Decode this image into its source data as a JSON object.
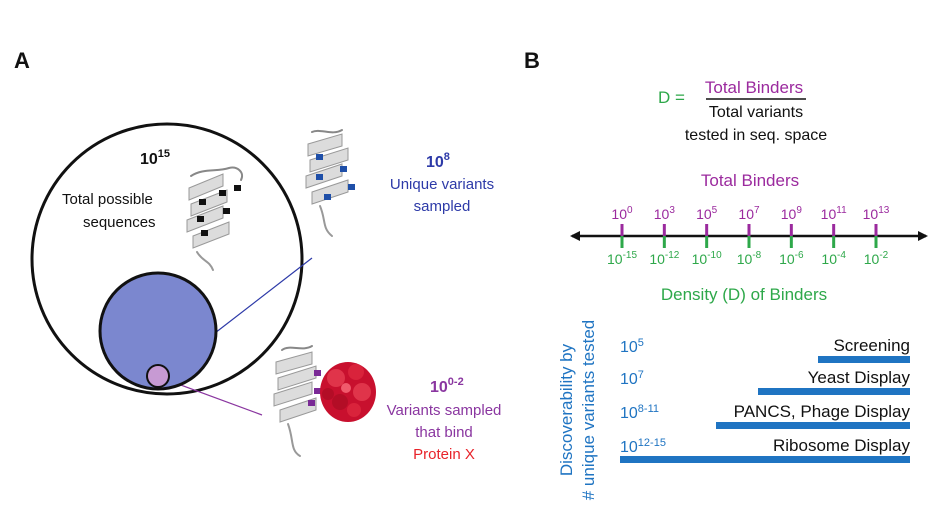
{
  "panel_a": {
    "label": "A",
    "total": {
      "base": "10",
      "exp": "15",
      "line1": "Total possible",
      "line2": "sequences"
    },
    "sampled": {
      "base": "10",
      "exp": "8",
      "line1": "Unique variants",
      "line2": "sampled"
    },
    "binders": {
      "base": "10",
      "exp": "0-2",
      "line1": "Variants sampled",
      "line2": "that bind",
      "line3": "Protein X"
    },
    "colors": {
      "blue_circle": "#7b87cf",
      "purple_circle": "#c79ad3",
      "blue_text": "#2d3aa8",
      "purple_text": "#8a36a0",
      "red_text": "#e8232a",
      "protein_blob": "#c8102e"
    }
  },
  "panel_b": {
    "label": "B",
    "formula": {
      "lhs": "D =",
      "numerator": "Total Binders",
      "denominator1": "Total variants",
      "denominator2": "tested in seq. space"
    },
    "top_axis_title": "Total Binders",
    "bottom_axis_title": "Density (D) of Binders",
    "ticks": [
      {
        "top_base": "10",
        "top_exp": "0",
        "bottom_base": "10",
        "bottom_exp": "-15"
      },
      {
        "top_base": "10",
        "top_exp": "3",
        "bottom_base": "10",
        "bottom_exp": "-12"
      },
      {
        "top_base": "10",
        "top_exp": "5",
        "bottom_base": "10",
        "bottom_exp": "-10"
      },
      {
        "top_base": "10",
        "top_exp": "7",
        "bottom_base": "10",
        "bottom_exp": "-8"
      },
      {
        "top_base": "10",
        "top_exp": "9",
        "bottom_base": "10",
        "bottom_exp": "-6"
      },
      {
        "top_base": "10",
        "top_exp": "11",
        "bottom_base": "10",
        "bottom_exp": "-4"
      },
      {
        "top_base": "10",
        "top_exp": "13",
        "bottom_base": "10",
        "bottom_exp": "-2"
      }
    ],
    "y_axis_line1": "Discoverability by",
    "y_axis_line2": "# unique variants tested",
    "methods": [
      {
        "base": "10",
        "exp": "5",
        "name": "Screening"
      },
      {
        "base": "10",
        "exp": "7",
        "name": "Yeast Display"
      },
      {
        "base": "10",
        "exp": "8-11",
        "name": "PANCS, Phage Display"
      },
      {
        "base": "10",
        "exp": "12-15",
        "name": "Ribosome Display"
      }
    ],
    "colors": {
      "purple": "#9b2a9e",
      "green": "#2ea84a",
      "blue": "#1f74c2",
      "black": "#111111"
    }
  }
}
